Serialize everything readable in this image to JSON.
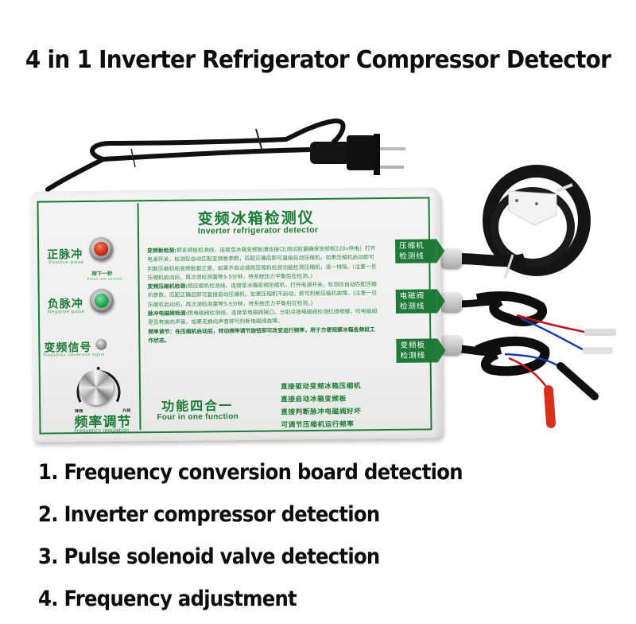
{
  "title": "4 in 1 Inverter Refrigerator Compressor Detector",
  "device": {
    "main_title_cn": "变频冰箱检测仪",
    "main_title_en": "Inverter refrigerator detector",
    "left_panel": {
      "positive_pulse": {
        "cn": "正脉冲",
        "en": "Positive  pulse",
        "button_color": "red"
      },
      "press_hint": {
        "cn": "按下一秒",
        "en": "Press one second"
      },
      "negative_pulse": {
        "cn": "负脉冲",
        "en": "Negative  pulse",
        "button_color": "green"
      },
      "frequency_signal": {
        "cn": "变频信号",
        "en": "Frequency  conversion  signal"
      },
      "knob": {
        "decrease_label": "降频",
        "increase_label": "升频"
      },
      "frequency_regulation": {
        "cn": "频率调节",
        "en": "Frequency regulation"
      }
    },
    "instructions": [
      {
        "heading": "变频板检测:",
        "text": "把变频板检测线，连接至冰箱变频板通信接口(测试前要确保变频板220v供电）打开电源开关，检测仪自动匹配变频板参数，匹配正确后即可直接启动压缩机。如果压缩机启动即可判断压缩机和变频板都正常。如果不启动请用压缩机检测功能检测压缩机，逐一排除。(注意一旦压缩机启动后，再次测检测需等3-5分钟，待系统压力平衡后在检测。)"
      },
      {
        "heading": "变频压缩机检测:",
        "text": "把压缩机检测线，连接至冰箱变频压缩机，打开电源开关，检测仪自动匹配压缩机参数，匹配正确后即可直接启动压缩机。如果压缩机不启动，即可判断压缩机故障。(注意一旦压缩机启动后，再次测检测需等3-5分钟，待系统压力平衡后在检测。)"
      },
      {
        "heading": "脉冲电磁阀检测:",
        "text": "把电磁阀检测线，连接至电磁阀接口。分别点按电磁阀检测红绿按键，听电磁阀是否有换向声音，如果无换向声音即可判断电磁阀故障。"
      },
      {
        "heading": "频率调节：",
        "text": "在压缩机启动后，转动频率调节旋钮即可改变运行频率，用于方便观察冰箱各频段工作状态。"
      }
    ],
    "four_in_one": {
      "cn": "功能四合一",
      "en": "Four in one function"
    },
    "feature_list_cn": [
      "直接驱动变频冰箱压缩机",
      "直接启动冰箱变频板",
      "直接判断脉冲电磁阀好坏",
      "可调节压缩机运行频率"
    ],
    "output_tags": [
      {
        "line1": "压缩机",
        "line2": "检测线"
      },
      {
        "line1": "电磁阀",
        "line2": "检测线"
      },
      {
        "line1": "变频板",
        "line2": "检测线"
      }
    ],
    "colors": {
      "panel_green": "#1f7a3a",
      "text_green": "#1c7a36"
    }
  },
  "features": [
    "1. Frequency conversion board detection",
    "2. Inverter compressor detection",
    "3. Pulse solenoid valve detection",
    "4. Frequency adjustment"
  ]
}
